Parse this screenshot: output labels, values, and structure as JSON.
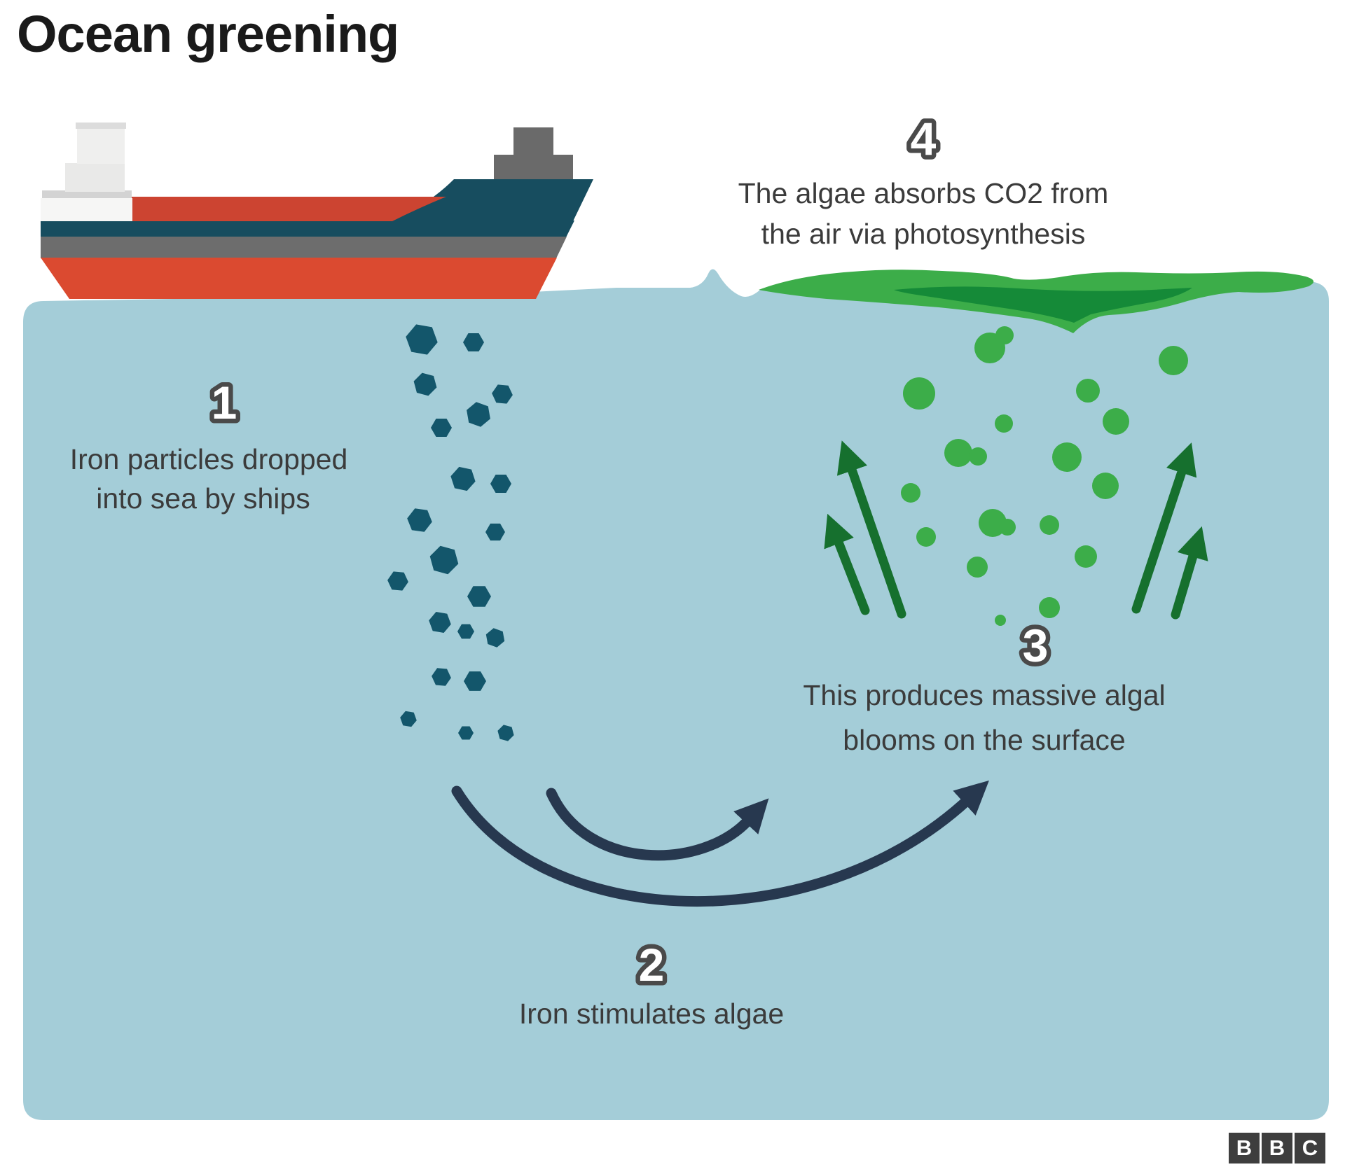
{
  "title": "Ocean greening",
  "steps": [
    {
      "number": "1",
      "lines": [
        "Iron particles dropped",
        "into sea by ships"
      ]
    },
    {
      "number": "2",
      "lines": [
        "Iron stimulates algae"
      ]
    },
    {
      "number": "3",
      "lines": [
        "This produces massive algal",
        "blooms on the surface"
      ]
    },
    {
      "number": "4",
      "lines": [
        "The algae absorbs CO2 from",
        "the air via photosynthesis"
      ]
    }
  ],
  "logo": {
    "letters": [
      "B",
      "B",
      "C"
    ]
  },
  "icons": {
    "ship": "cargo-ship-icon",
    "iron": "iron-particle-hexagons",
    "algae": "algae-dots",
    "up_arrows": "algae-rising-arrows",
    "cycle_arrows": "iron-to-algae-arrows",
    "bloom": "surface-algal-bloom"
  },
  "colors": {
    "water": "#a4cdd8",
    "iron_particle": "#13566b",
    "algae_dot": "#3cad49",
    "bloom_light": "#3cad49",
    "bloom_dark": "#158a38",
    "arrow_green": "#16702e",
    "arrow_navy": "#27384f",
    "ship_red_dark": "#cc4431",
    "ship_red_bright": "#db4a30",
    "ship_teal": "#174d5f",
    "ship_gray": "#6d6d6d",
    "caption_text": "#3b3b3b",
    "title_text": "#1a1a1a"
  }
}
